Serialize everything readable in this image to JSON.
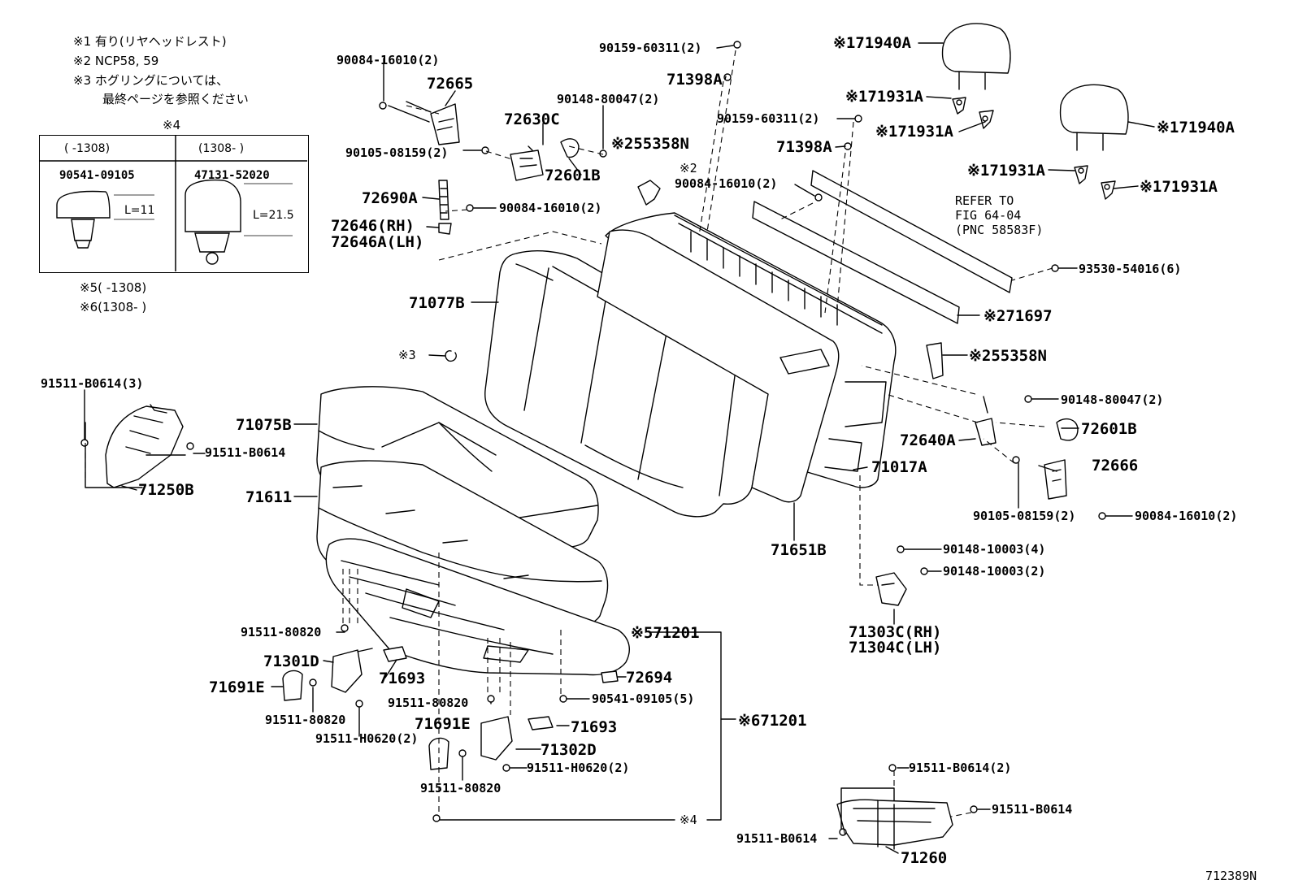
{
  "notes": {
    "n1": "※1 有り(リヤヘッドレスト)",
    "n2": "※2 NCP58, 59",
    "n3": "※3 ホグリングについては、",
    "n3b": "最終ページを参照ください",
    "table_title": "※4",
    "col1_range": "(   -1308)",
    "col2_range": "(1308-    )",
    "col1_part": "90541-09105",
    "col2_part": "47131-52020",
    "col1_len": "L=11",
    "col2_len": "L=21.5",
    "n5": "※5(   -1308)",
    "n6": "※6(1308-   )"
  },
  "refer": {
    "l1": "REFER TO",
    "l2": "FIG 64-04",
    "l3": "(PNC 58583F)"
  },
  "figure_id": "712389N",
  "labels": {
    "p71940A_1": "※171940A",
    "p71940A_2": "※171940A",
    "p71931A_1": "※171931A",
    "p71931A_2": "※171931A",
    "p71931A_3": "※171931A",
    "p71931A_4": "※171931A",
    "p90159_1": "90159-60311(2)",
    "p90159_2": "90159-60311(2)",
    "p71398A_1": "71398A",
    "p71398A_2": "71398A",
    "p90148_80047_1": "90148-80047(2)",
    "p90148_80047_2": "90148-80047(2)",
    "p90084_1": "90084-16010(2)",
    "p90084_2": "90084-16010(2)",
    "p90084_3": "90084-16010(2)",
    "p90084_4": "90084-16010(2)",
    "p72665": "72665",
    "p72630C": "72630C",
    "p90105_1": "90105-08159(2)",
    "p90105_2": "90105-08159(2)",
    "p72601B_1": "72601B",
    "p72601B_2": "72601B",
    "p55358N_1": "※255358N",
    "p55358N_2": "※255358N",
    "p2note": "※2",
    "p72690A": "72690A",
    "p72646RH": "72646(RH)",
    "p72646ALH": "72646A(LH)",
    "p71077B": "71077B",
    "p93530": "93530-54016(6)",
    "p71697": "※271697",
    "p3note": "※3",
    "p91511_B0614_3": "91511-B0614(3)",
    "p91511_B0614_a": "91511-B0614",
    "p71250B": "71250B",
    "p71075B": "71075B",
    "p71611": "71611",
    "p72640A": "72640A",
    "p71017A": "71017A",
    "p72666": "72666",
    "p71651B": "71651B",
    "p90148_10003_4": "90148-10003(4)",
    "p90148_10003_2": "90148-10003(2)",
    "p71303C": "71303C(RH)",
    "p71304C": "71304C(LH)",
    "p91511_80820_1": "91511-80820",
    "p71301D": "71301D",
    "p71693_1": "71693",
    "p71691E_1": "71691E",
    "p91511_80820_2": "91511-80820",
    "p91511_H0620_1": "91511-H0620(2)",
    "p71201_5": "※571201",
    "p72694": "72694",
    "p91511_80820_3": "91511-80820",
    "p90541": "90541-09105(5)",
    "p71691E_2": "71691E",
    "p71693_2": "71693",
    "p71302D": "71302D",
    "p71201_6": "※671201",
    "p91511_H0620_2": "91511-H0620(2)",
    "p91511_80820_4": "91511-80820",
    "p4note": "※4",
    "p91511_B0614_2": "91511-B0614(2)",
    "p91511_B0614_b": "91511-B0614",
    "p91511_B0614_c": "91511-B0614",
    "p71260": "71260"
  }
}
